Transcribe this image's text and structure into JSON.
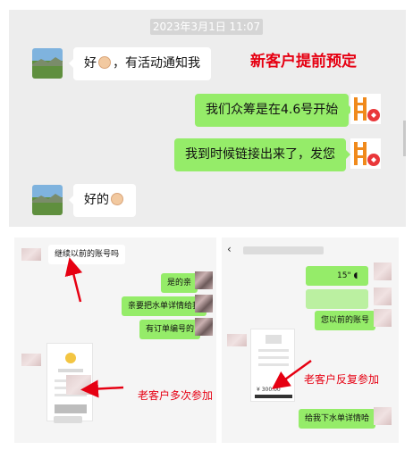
{
  "top_chat": {
    "timestamp": "2023年3月1日 11:07",
    "annotation": "新客户提前预定",
    "messages": [
      {
        "side": "in",
        "text_before": "好",
        "text_after": "，有活动通知我"
      },
      {
        "side": "out",
        "text": "我们众筹是在4.6号开始"
      },
      {
        "side": "out",
        "text": "我到时候链接出来了，发您"
      },
      {
        "side": "in",
        "text_before": "好的",
        "text_after": ""
      }
    ]
  },
  "left_shot": {
    "messages": [
      {
        "side": "in",
        "text": "继续以前的账号吗"
      },
      {
        "side": "out",
        "text": "是的亲"
      },
      {
        "side": "out",
        "text": "亲要把水单详情给我"
      },
      {
        "side": "out",
        "text": "有订单编号的"
      }
    ],
    "annotation": "老客户多次参加"
  },
  "right_shot": {
    "back_icon": "chevron-left-icon",
    "voice_message": "15\"",
    "messages": [
      {
        "side": "out",
        "text": "您以前的账号"
      },
      {
        "side": "out",
        "text": "给我下水单详情哈"
      }
    ],
    "card_amount": "¥ 300.00",
    "annotation": "老客户反复参加"
  },
  "colors": {
    "accent_red": "#e60012",
    "bubble_green": "#95ec69",
    "chat_bg": "#ededed"
  }
}
